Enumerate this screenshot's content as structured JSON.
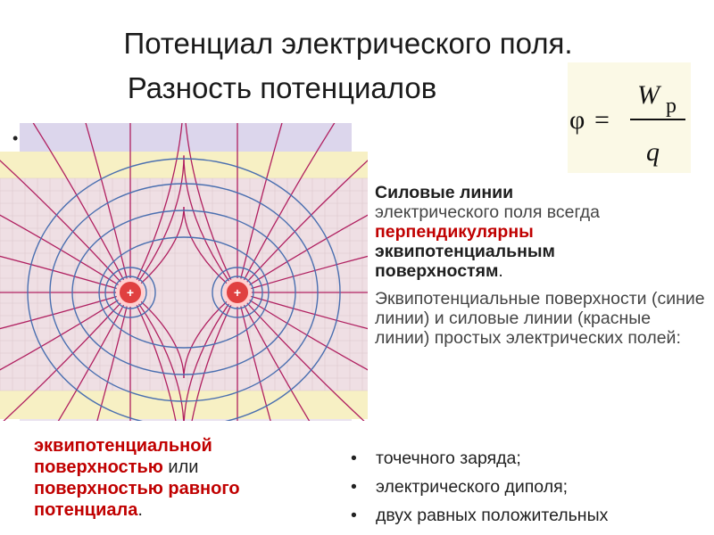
{
  "title_line1": "Потенциал электрического поля.",
  "title_line2": "Разность потенциалов",
  "formula": {
    "phi": "φ",
    "eq": "=",
    "numerator": "W",
    "subscript": "p",
    "denominator": "q"
  },
  "figure": {
    "charge_sign": "+"
  },
  "left_text": {
    "part1": "эквипотенциальной",
    "part2": "поверхностью",
    "part3": " или",
    "part4": "поверхностью равного",
    "part5": "потенциала",
    "part6": "."
  },
  "right_text": {
    "p1_bold": "Силовые линии",
    "p1_line2": "электрического поля всегда",
    "p1_red1": "перпендикулярны",
    "p1_bold2": "эквипотенциальным",
    "p1_bold3": "поверхностям",
    "p1_end": ".",
    "p2": "Эквипотенциальные поверхности (синие линии) и силовые линии (красные линии) простых электрических полей:"
  },
  "list_items": [
    "точечного заряда;",
    "электрического диполя;",
    "двух равных положительных"
  ]
}
